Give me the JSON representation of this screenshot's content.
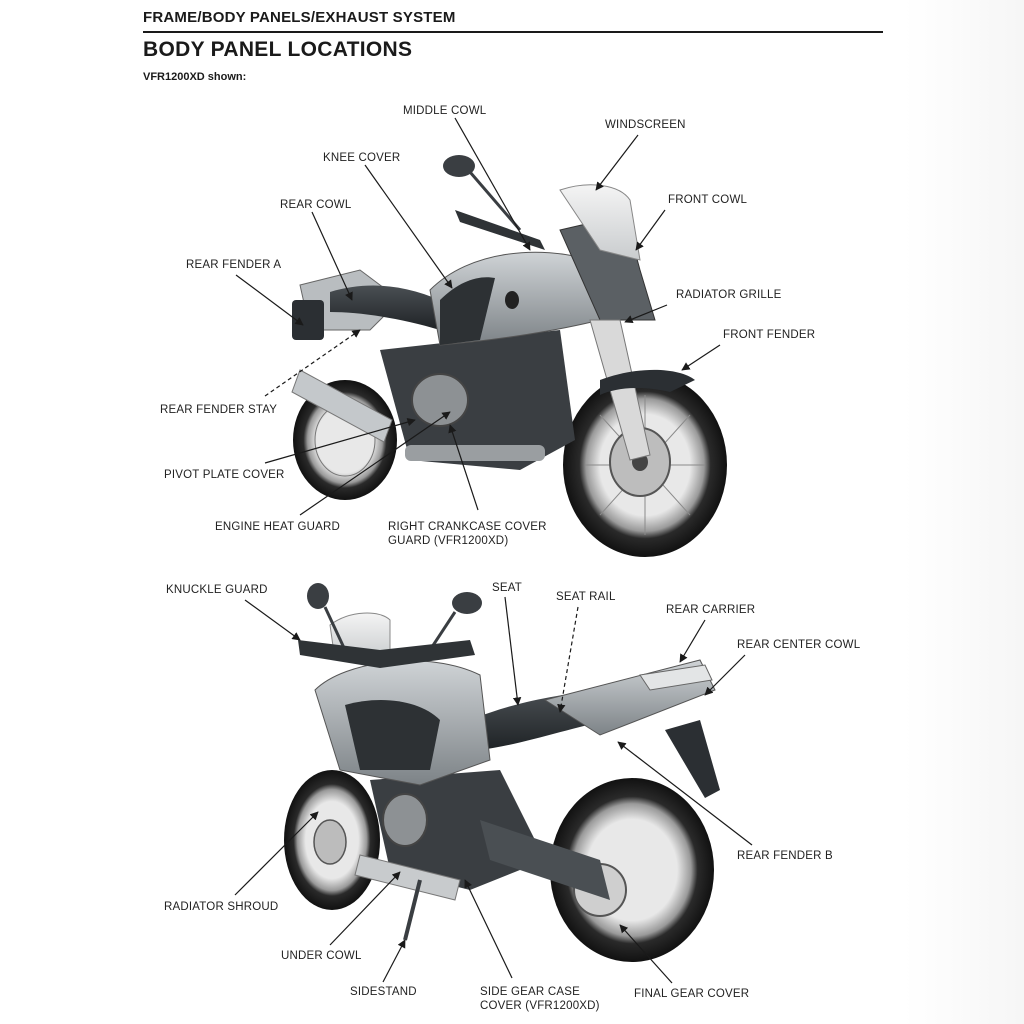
{
  "header": {
    "chapter": "FRAME/BODY PANELS/EXHAUST SYSTEM",
    "title": "BODY PANEL LOCATIONS",
    "note": "VFR1200XD shown:"
  },
  "top_view": {
    "callouts": {
      "middle_cowl": "MIDDLE COWL",
      "windscreen": "WINDSCREEN",
      "knee_cover": "KNEE COVER",
      "front_cowl": "FRONT COWL",
      "rear_cowl": "REAR COWL",
      "rear_fender_a": "REAR FENDER A",
      "radiator_grille": "RADIATOR GRILLE",
      "front_fender": "FRONT FENDER",
      "rear_fender_stay": "REAR FENDER STAY",
      "pivot_plate_cover": "PIVOT PLATE COVER",
      "engine_heat_guard": "ENGINE HEAT GUARD",
      "right_crankcase_line1": "RIGHT CRANKCASE COVER",
      "right_crankcase_line2": "GUARD (VFR1200XD)"
    }
  },
  "bottom_view": {
    "callouts": {
      "knuckle_guard": "KNUCKLE GUARD",
      "seat": "SEAT",
      "seat_rail": "SEAT RAIL",
      "rear_carrier": "REAR CARRIER",
      "rear_center_cowl": "REAR CENTER COWL",
      "rear_fender_b": "REAR FENDER B",
      "radiator_shroud": "RADIATOR SHROUD",
      "under_cowl": "UNDER COWL",
      "sidestand": "SIDESTAND",
      "side_gear_line1": "SIDE GEAR CASE",
      "side_gear_line2": "COVER (VFR1200XD)",
      "final_gear_cover": "FINAL GEAR COVER"
    }
  }
}
